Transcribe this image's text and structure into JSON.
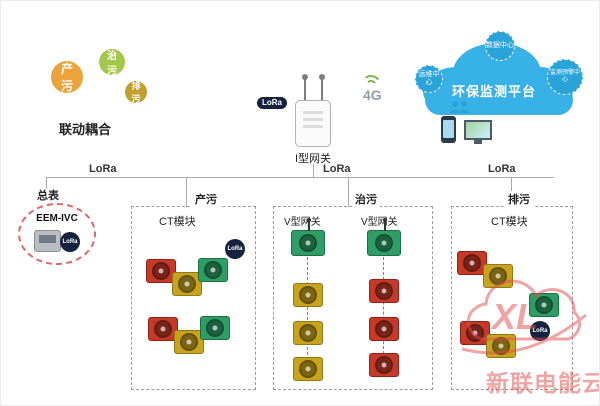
{
  "diagram": {
    "gears": {
      "g1": "产污",
      "g2": "治污",
      "g3": "排污",
      "caption": "联动耦合"
    },
    "gateway": {
      "label": "I型网关",
      "lora": "LoRa",
      "network": "4G"
    },
    "cloud": {
      "title": "环保监测平台",
      "node_top": "数据中心",
      "node_left": "运维中心",
      "node_right": "监测预警中心"
    },
    "bus": {
      "lora_left": "LoRa",
      "lora_mid": "LoRa",
      "lora_right": "LoRa"
    },
    "meter": {
      "label": "总表",
      "model": "EEM-IVC",
      "lora": "LoRa"
    },
    "box_chanwu": {
      "title": "产污",
      "module": "CT模块",
      "lora": "LoRa"
    },
    "box_zhiwu": {
      "title": "治污",
      "gw_left": "V型网关",
      "gw_right": "V型网关"
    },
    "box_paiwu": {
      "title": "排污",
      "module": "CT模块",
      "lora": "LoRa"
    },
    "watermark": {
      "logo": "XL",
      "text": "新联电能云"
    },
    "colors": {
      "gear_orange": "#eda33b",
      "gear_green": "#a3c84c",
      "gear_olive": "#bfa02f",
      "cloud_blue": "#38b1e6",
      "module_red": "#c63928",
      "module_yellow": "#c8a41c",
      "module_green": "#2f9e66",
      "lora_badge": "#16233f",
      "watermark_red": "#e14b4b"
    }
  }
}
